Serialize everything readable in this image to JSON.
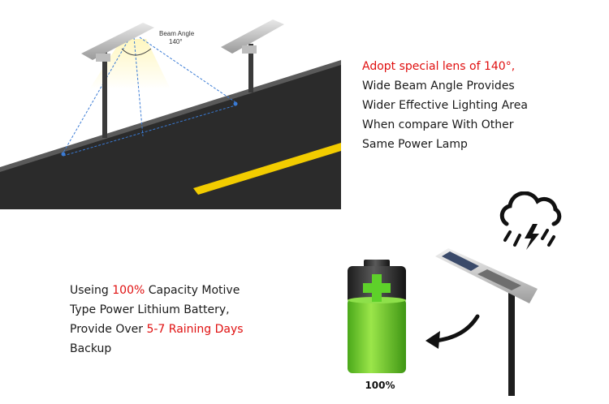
{
  "colors": {
    "highlight": "#e01010",
    "road": "#2b2b2b",
    "lane_stripe": "#f2cc00",
    "beam_line": "#3a7bd5",
    "battery_green": "#6fcf2a"
  },
  "top_section": {
    "beam_angle_label": "Beam Angle",
    "beam_angle_value": "140°",
    "highlight_line": "Adopt special lens of 140°,",
    "lines": [
      "Wide Beam Angle Provides",
      "Wider Effective Lighting Area",
      "When compare With Other",
      "Same Power Lamp"
    ]
  },
  "bottom_section": {
    "line1_prefix": "Useing ",
    "line1_highlight": "100%",
    "line1_suffix": " Capacity Motive",
    "line2": "Type Power Lithium Battery,",
    "line3_prefix": "Provide Over ",
    "line3_highlight": "5-7 Raining Days",
    "line4": "Backup",
    "battery_label": "100%"
  },
  "icons": {
    "cloud": "rain-cloud-icon",
    "battery": "battery-icon",
    "arrow": "curved-arrow-icon",
    "lamp": "solar-street-lamp-icon"
  }
}
